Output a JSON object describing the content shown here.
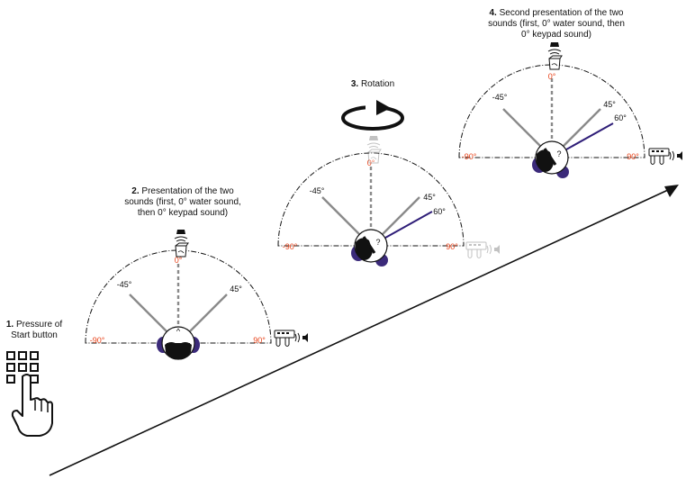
{
  "steps": [
    {
      "num": "1.",
      "line1": "Pressure of",
      "line2": "Start button",
      "line3": ""
    },
    {
      "num": "2.",
      "line1": "Presentation of the two",
      "line2": "sounds (first, 0° water sound,",
      "line3": "then 0° keypad sound)"
    },
    {
      "num": "3.",
      "line1": "Rotation",
      "line2": "",
      "line3": ""
    },
    {
      "num": "4.",
      "line1": "Second presentation of the two",
      "line2": "sounds (first, 0° water sound, then",
      "line3": "0° keypad sound)"
    }
  ],
  "angle_labels": {
    "zero": "0°",
    "neg45": "-45°",
    "pos45": "45°",
    "neg90": "-90°",
    "pos90": "90°",
    "pos60": "60°"
  },
  "head_mark_before": "^",
  "head_mark_after": "?",
  "colors": {
    "accent_red": "#e8431a",
    "headphone": "#3b2a7a",
    "target_line": "#2f1e78",
    "ray": "#8a8a8a",
    "faded": "#c8c8c8"
  },
  "icons": [
    "keypad-icon",
    "hand-pointer-icon",
    "water-tap-icon",
    "keypad-speaker-icon",
    "rotation-arrow-icon",
    "time-arrow-icon"
  ]
}
